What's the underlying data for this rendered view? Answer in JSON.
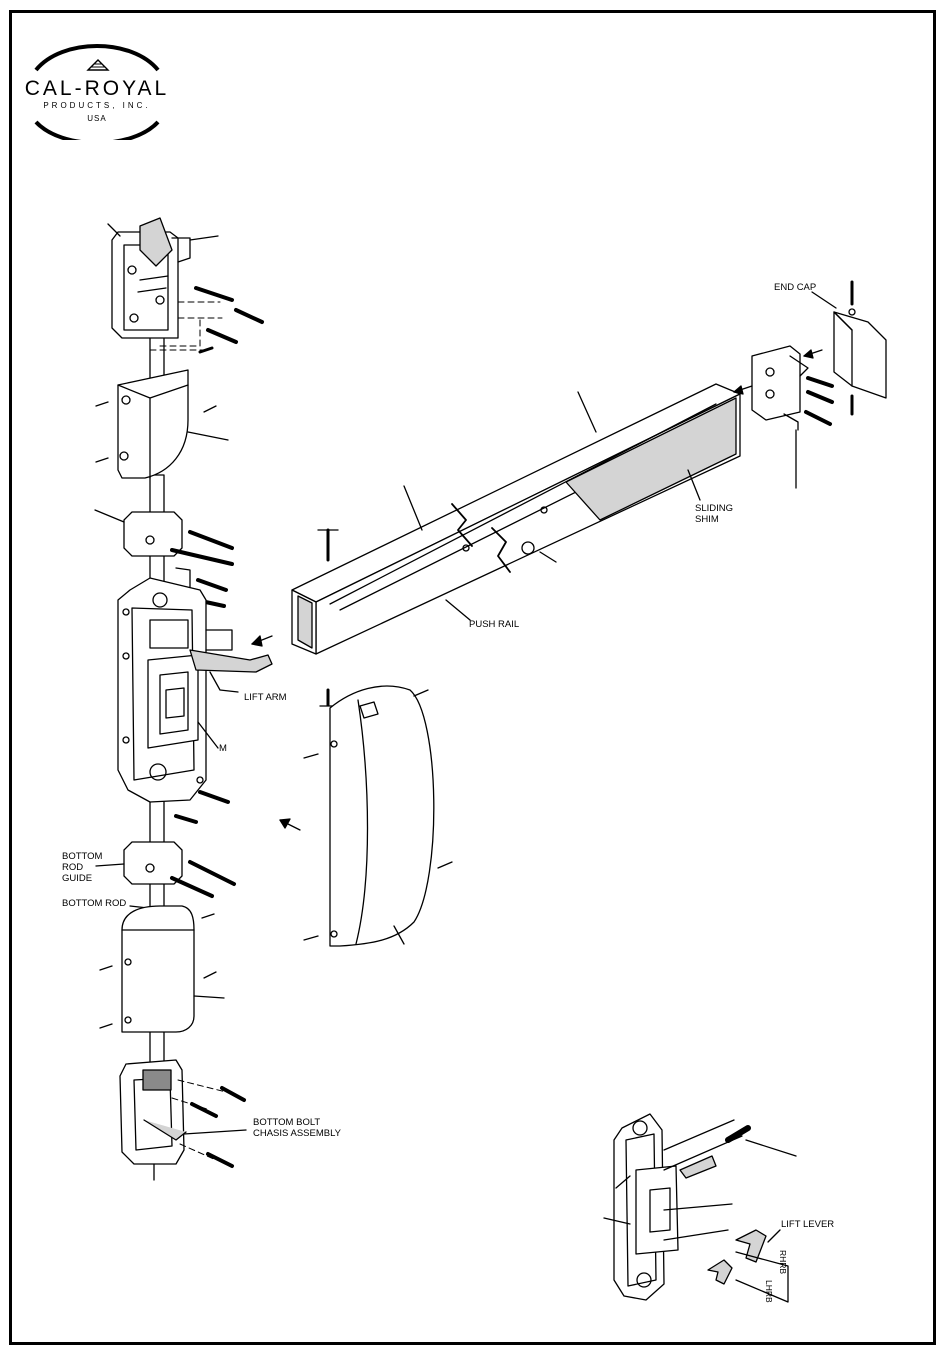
{
  "logo": {
    "brand": "CAL-ROYAL",
    "subline": "PRODUCTS, INC.",
    "country": "USA"
  },
  "labels": {
    "end_cap": "END CAP",
    "sliding_shim": [
      "SLIDING",
      "SHIM"
    ],
    "push_rail": "PUSH RAIL",
    "lift_arm": "LIFT ARM",
    "m": "M",
    "bottom_rod_guide": [
      "BOTTOM",
      "ROD",
      "GUIDE"
    ],
    "bottom_rod": "BOTTOM ROD",
    "bottom_bolt_chassis": [
      "BOTTOM BOLT",
      "CHASIS ASSEMBLY"
    ],
    "lift_lever": "LIFT LEVER",
    "rhrb": "RHRB",
    "lhrb": "LHRB"
  },
  "colors": {
    "line": "#000000",
    "fill": "#ffffff",
    "shade": "#d4d4d4",
    "dark": "#8a8a8a"
  }
}
